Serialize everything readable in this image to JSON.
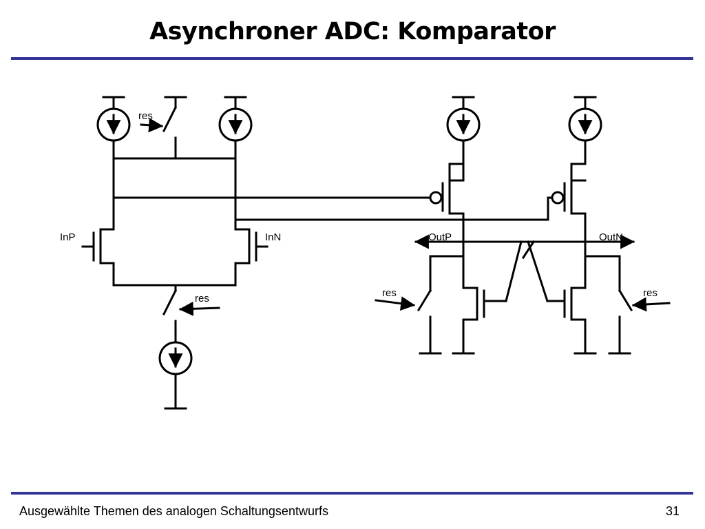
{
  "slide": {
    "title": "Asynchroner ADC: Komparator",
    "footer": "Ausgewählte Themen des analogen Schaltungsentwurfs",
    "page_number": "31"
  },
  "colors": {
    "rule": "#333399",
    "wire": "#000000"
  },
  "circuit": {
    "labels": {
      "res_top": "res",
      "res_mid": "res",
      "res_left": "res",
      "res_right": "res",
      "inp": "InP",
      "inn": "InN",
      "outp": "OutP",
      "outn": "OutN"
    }
  }
}
